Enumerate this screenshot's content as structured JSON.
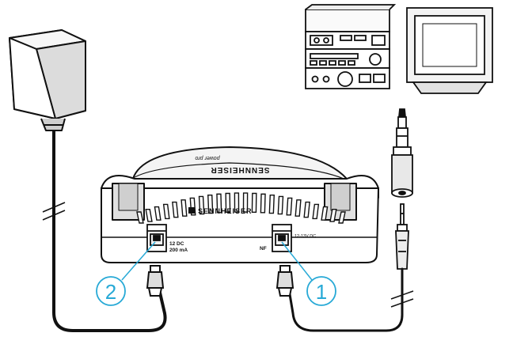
{
  "base_unit": {
    "brand": "SENNHEISER",
    "brand_mirrored": "SENNHEISER",
    "model_mirrored": "power pro"
  },
  "ports": {
    "dc_label_line1": "12 DC",
    "dc_label_line2": "200 mA",
    "nf_label": "NF",
    "nf_voltage_label": "12-13V DC"
  },
  "callouts": {
    "power_number": "2",
    "audio_number": "1"
  },
  "colors": {
    "line": "#111111",
    "callout": "#27a9d6",
    "fill_light": "#ffffff",
    "shade": "#d9d9d9"
  },
  "icons": [
    "power-adapter-icon",
    "stereo-system-icon",
    "tv-monitor-icon",
    "jack-adapter-icon",
    "jack-plug-icon"
  ]
}
